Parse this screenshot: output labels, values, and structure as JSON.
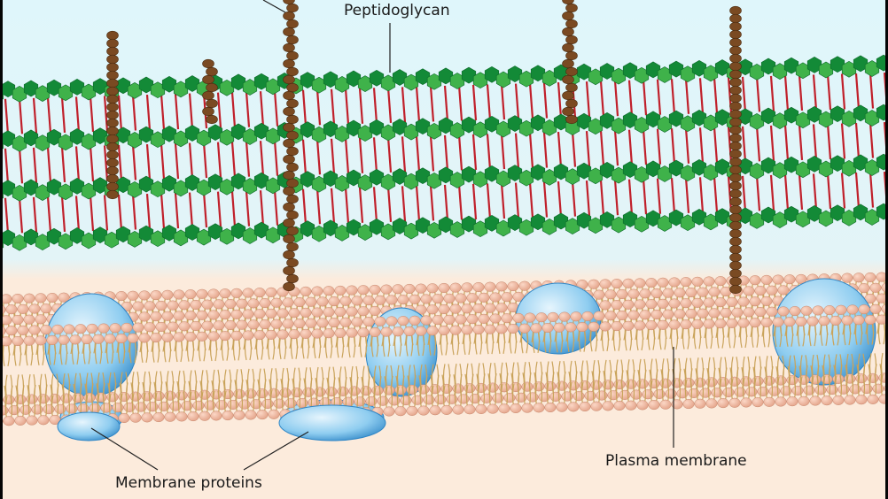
{
  "labels": {
    "peptidoglycan": "Peptidoglycan",
    "plasma_membrane": "Plasma membrane",
    "membrane_proteins": "Membrane proteins"
  },
  "colors": {
    "background_top": "#dff6fb",
    "background_bottom": "#fcebdc",
    "hexagon_light": "#3fb24a",
    "hexagon_dark": "#138a37",
    "crosslink": "#c0202b",
    "teichoic_bead": "#7a4a22",
    "lipid_head": "#e9b49b",
    "lipid_tail": "#c9a35a",
    "protein": "#7fc3e8"
  }
}
